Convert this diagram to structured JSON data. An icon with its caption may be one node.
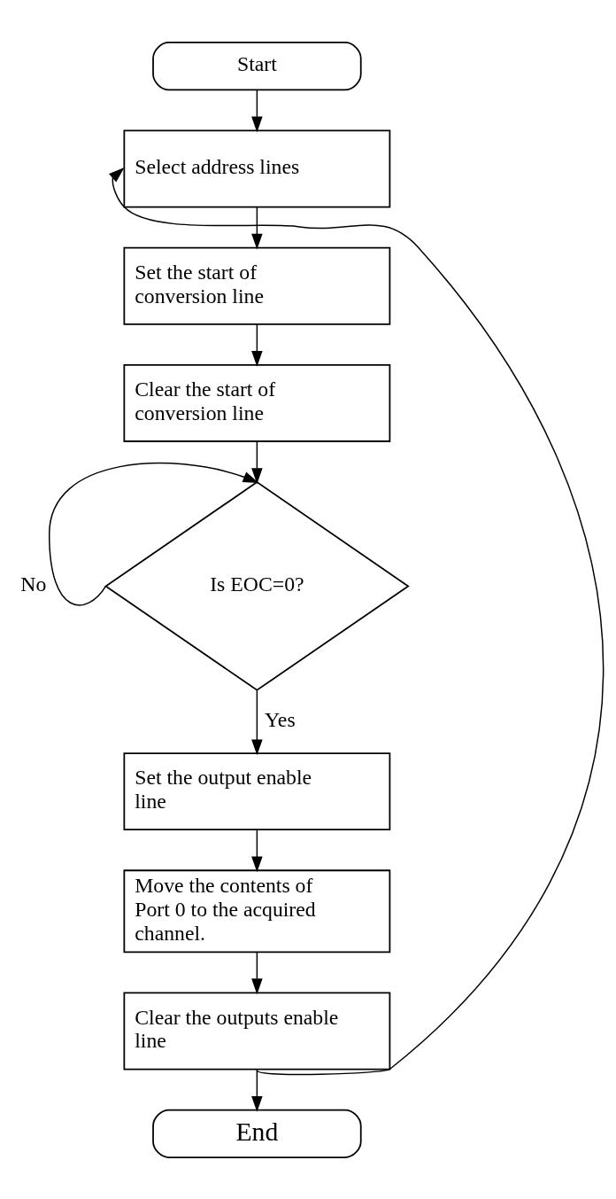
{
  "diagram": {
    "nodes": [
      {
        "text": [
          "Start"
        ]
      },
      {
        "text": [
          "Select address lines"
        ]
      },
      {
        "text": [
          "Set the start of conversion line"
        ]
      },
      {
        "text": [
          "Clear the start of conversion line"
        ]
      },
      {
        "text": [
          "Is EOC=0?"
        ]
      },
      {
        "text": [
          "Set the output enable line"
        ]
      },
      {
        "text": [
          "Move the contents of Port 0 to the acquired channel."
        ]
      },
      {
        "text": [
          "Clear the outputs enable line"
        ]
      },
      {
        "text": [
          "End"
        ]
      }
    ],
    "edges": [
      {
        "from": 0,
        "to": 1,
        "arrow": "to"
      },
      {
        "from": 1,
        "to": 2,
        "arrow": "to"
      },
      {
        "from": 2,
        "to": 3,
        "arrow": "to"
      },
      {
        "from": 3,
        "to": 4,
        "arrow": "to"
      },
      {
        "from": 4,
        "to": 4,
        "arrow": "to",
        "label": "No"
      },
      {
        "from": 4,
        "to": 5,
        "arrow": "to",
        "label": "Yes"
      },
      {
        "from": 5,
        "to": 6,
        "arrow": "to"
      },
      {
        "from": 6,
        "to": 7,
        "arrow": "to"
      },
      {
        "from": 7,
        "to": 1,
        "arrow": "to"
      },
      {
        "from": 7,
        "to": 8,
        "arrow": "to"
      }
    ]
  }
}
